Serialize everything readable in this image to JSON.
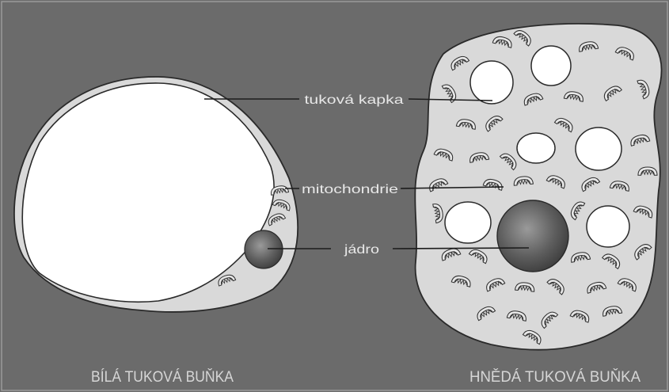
{
  "labels": {
    "fat_droplet": "tuková kapka",
    "mitochondria": "mitochondrie",
    "nucleus": "jádro"
  },
  "cells": {
    "white": {
      "title": "BÍLÁ TUKOVÁ BUŇKA"
    },
    "brown": {
      "title": "HNĚDÁ TUKOVÁ BUŇKA"
    }
  },
  "colors": {
    "background": "#6b6b6b",
    "cytoplasm": "#d9d9d9",
    "droplet": "#ffffff",
    "nucleus": "#5a5a5a",
    "label_text": "#e8e8e8",
    "outline": "#2a2a2a"
  }
}
